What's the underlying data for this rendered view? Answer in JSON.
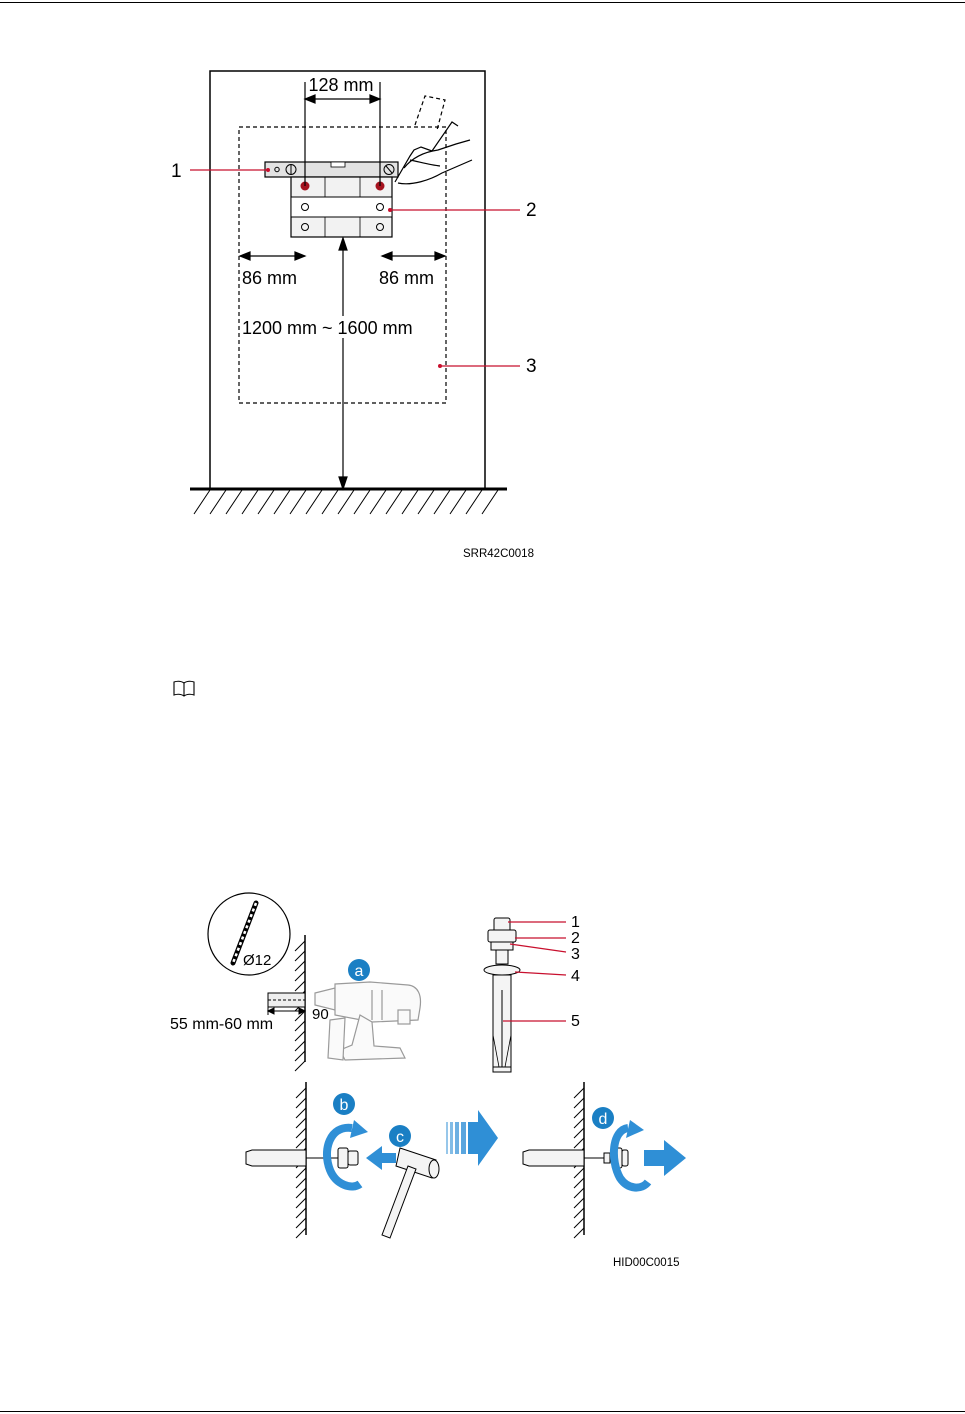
{
  "figure1": {
    "callouts": [
      "1",
      "2",
      "3"
    ],
    "dim_top": "128 mm",
    "dim_left": "86 mm",
    "dim_right": "86 mm",
    "dim_height": "1200 mm ~ 1600 mm",
    "figure_id": "SRR42C0018"
  },
  "note": {
    "icon": "book-icon"
  },
  "figure2": {
    "drill_bit_label": "Ø12",
    "depth_label": "55 mm-60 mm",
    "angle_label": "90",
    "steps": [
      "a",
      "b",
      "c",
      "d"
    ],
    "bolt_callouts": [
      "1",
      "2",
      "3",
      "4",
      "5"
    ],
    "figure_id": "HID00C0015"
  },
  "colors": {
    "callout_red": "#c8102e",
    "step_blue": "#1a7fc4",
    "arrow_blue": "#2f8fd6"
  }
}
